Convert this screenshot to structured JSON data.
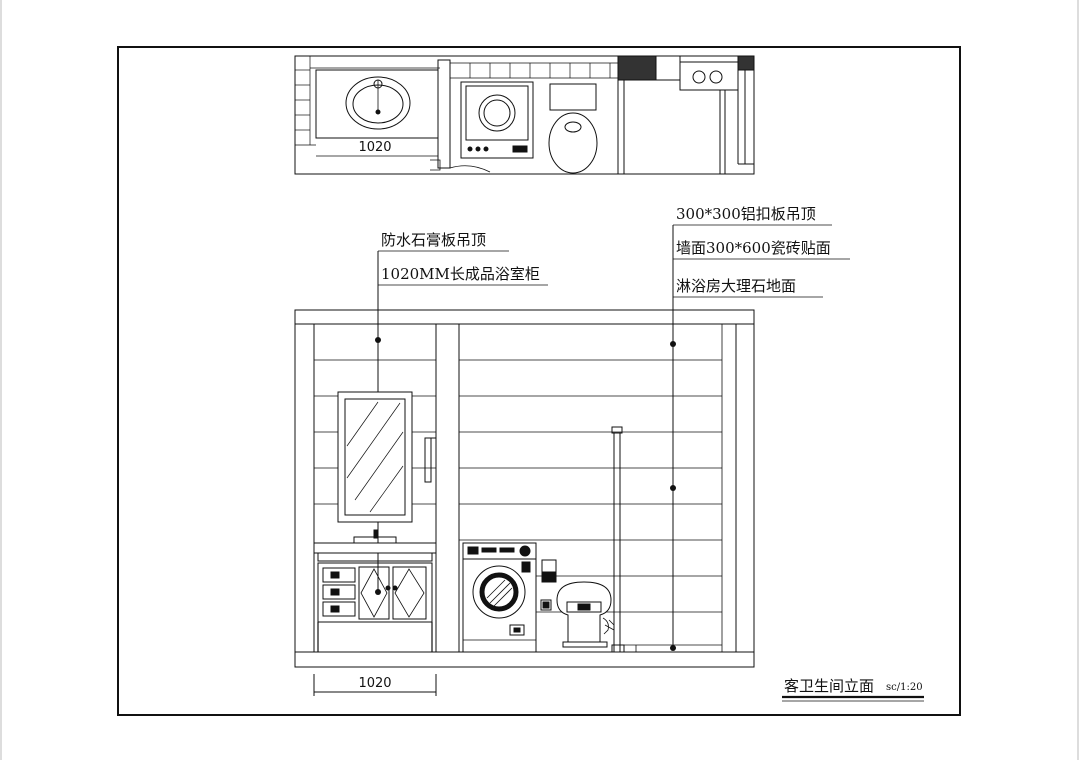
{
  "plan": {
    "width_dimension": "1020"
  },
  "callouts": {
    "left": {
      "ceiling": "防水石膏板吊顶",
      "vanity": "1020MM长成品浴室柜"
    },
    "right": {
      "ceiling": "300*300铝扣板吊顶",
      "wall": "墙面300*600瓷砖贴面",
      "floor": "淋浴房大理石地面"
    }
  },
  "elevation": {
    "width_dimension": "1020"
  },
  "title_block": {
    "title": "客卫生间立面",
    "scale": "sc/1:20"
  },
  "colors": {
    "line": "#111111",
    "fill_dark": "#333333",
    "paper": "#ffffff",
    "hatch": "#555555"
  }
}
